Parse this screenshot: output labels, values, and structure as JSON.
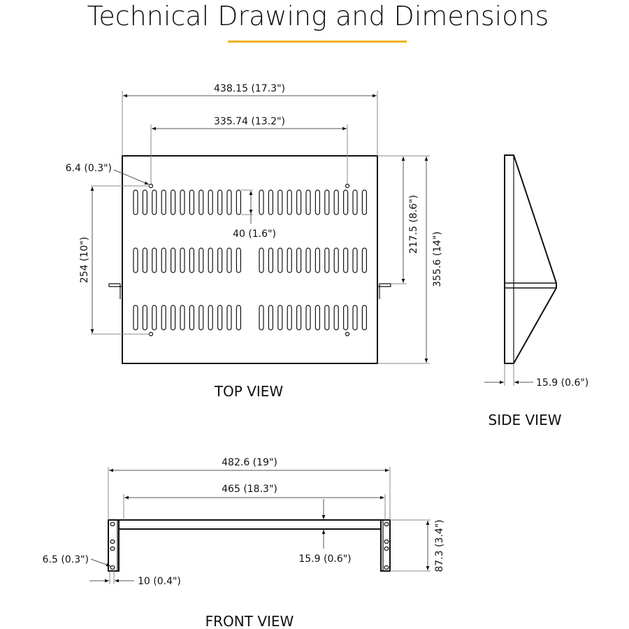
{
  "title": "Technical Drawing and Dimensions",
  "accent_color": "#F0B323",
  "top_view": {
    "label": "TOP VIEW",
    "width": "438.15 (17.3\")",
    "hole_spacing": "335.74 (13.2\")",
    "hole_dia": "6.4 (0.3\")",
    "slot_length": "40 (1.6\")",
    "hole_depth_spacing": "254 (10\")",
    "bracket_offset": "217.5 (8.6\")",
    "depth": "355.6 (14\")"
  },
  "side_view": {
    "label": "SIDE VIEW",
    "thickness": "15.9 (0.6\")"
  },
  "front_view": {
    "label": "FRONT VIEW",
    "overall_width": "482.6 (19\")",
    "inner_width": "465 (18.3\")",
    "shelf_thickness": "15.9 (0.6\")",
    "height": "87.3 (3.4\")",
    "hole_dia": "6.5 (0.3\")",
    "ear_width": "10 (0.4\")"
  }
}
